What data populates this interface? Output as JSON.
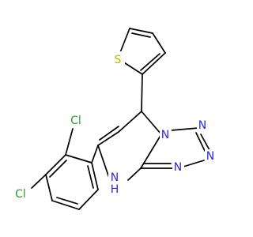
{
  "molecule": {
    "labels": {
      "S": "S",
      "N": "N",
      "NH_N": "N",
      "NH_H": "H",
      "Cl": "Cl"
    },
    "colors": {
      "bond": "#000000",
      "S": "#b8b800",
      "N": "#2b2bd9",
      "Cl": "#2a9d2a"
    }
  }
}
